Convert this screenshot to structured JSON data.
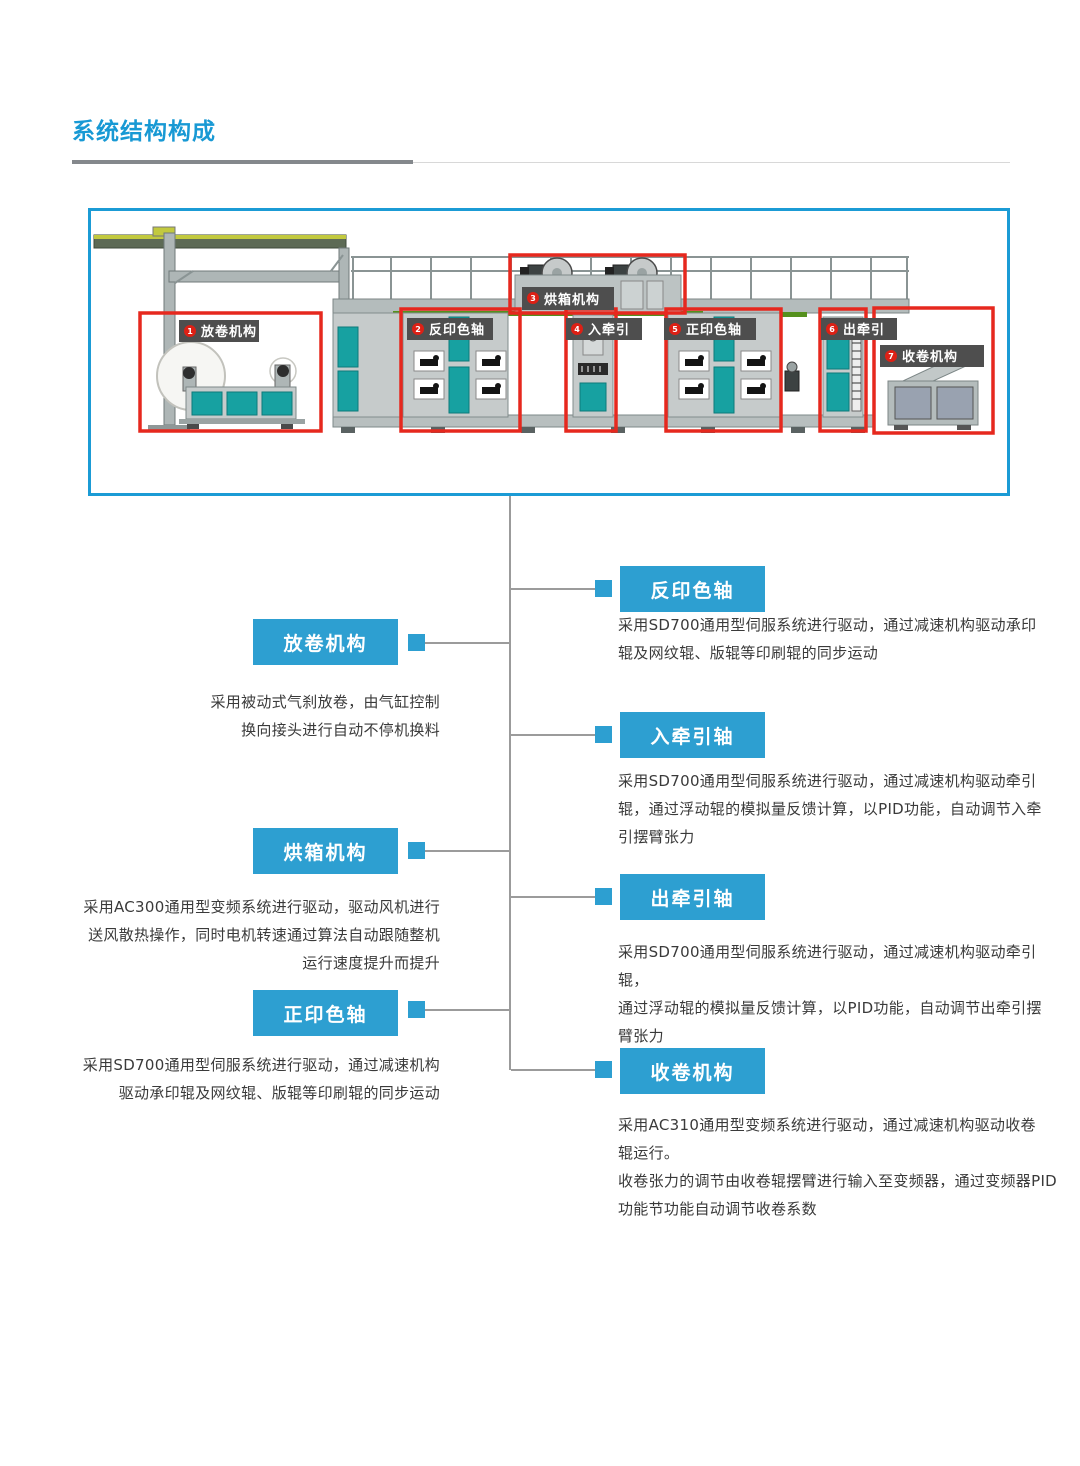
{
  "page": {
    "title": "系统结构构成"
  },
  "colors": {
    "accent_blue": "#2d9fd1",
    "title_blue": "#1899d4",
    "diagram_border_blue": "#1b9bd5",
    "highlight_red": "#e6281e",
    "label_dark_gray": "#4e4e4e",
    "machine_teal": "#17a1a1",
    "connector_gray": "#9b9b9b"
  },
  "diagram": {
    "labels": [
      {
        "num": "1",
        "text": "放卷机构"
      },
      {
        "num": "2",
        "text": "反印色轴"
      },
      {
        "num": "3",
        "text": "烘箱机构"
      },
      {
        "num": "4",
        "text": "入牵引"
      },
      {
        "num": "5",
        "text": "正印色轴"
      },
      {
        "num": "6",
        "text": "出牵引"
      },
      {
        "num": "7",
        "text": "收卷机构"
      }
    ]
  },
  "flow": {
    "nodes": [
      {
        "title": "反印色轴",
        "side": "right",
        "desc": "采用SD700通用型伺服系统进行驱动，通过减速机构驱动承印\n辊及网纹辊、版辊等印刷辊的同步运动"
      },
      {
        "title": "放卷机构",
        "side": "left",
        "desc": "采用被动式气刹放卷，由气缸控制\n换向接头进行自动不停机换料"
      },
      {
        "title": "入牵引轴",
        "side": "right",
        "desc": "采用SD700通用型伺服系统进行驱动，通过减速机构驱动牵引\n辊，通过浮动辊的模拟量反馈计算，以PID功能，自动调节入牵\n引摆臂张力"
      },
      {
        "title": "烘箱机构",
        "side": "left",
        "desc": "采用AC300通用型变频系统进行驱动，驱动风机进行\n送风散热操作，同时电机转速通过算法自动跟随整机\n运行速度提升而提升"
      },
      {
        "title": "出牵引轴",
        "side": "right",
        "desc": "采用SD700通用型伺服系统进行驱动，通过减速机构驱动牵引辊，\n通过浮动辊的模拟量反馈计算，以PID功能，自动调节出牵引摆\n臂张力"
      },
      {
        "title": "正印色轴",
        "side": "left",
        "desc": "采用SD700通用型伺服系统进行驱动，通过减速机构\n驱动承印辊及网纹辊、版辊等印刷辊的同步运动"
      },
      {
        "title": "收卷机构",
        "side": "right",
        "desc": "采用AC310通用型变频系统进行驱动，通过减速机构驱动收卷\n辊运行。\n收卷张力的调节由收卷辊摆臂进行输入至变频器，通过变频器PID\n功能节功能自动调节收卷系数"
      }
    ]
  }
}
